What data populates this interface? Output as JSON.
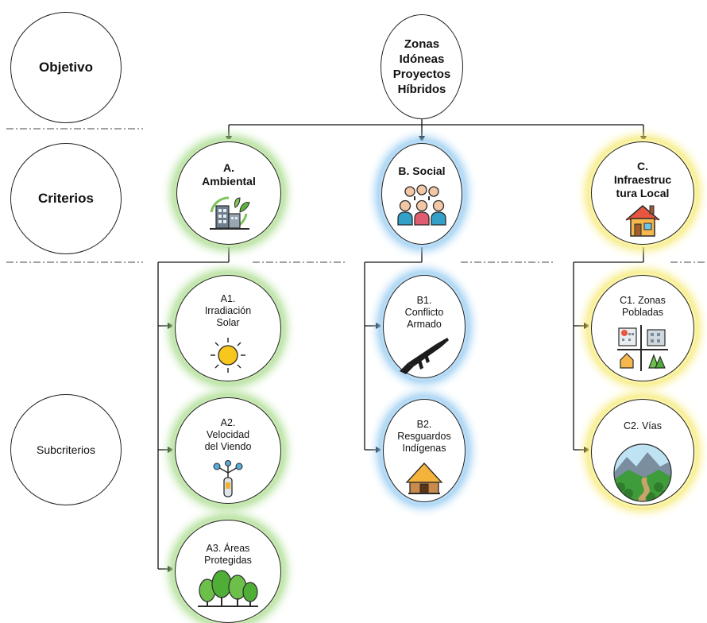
{
  "levels": {
    "objective": "Objetivo",
    "criteria": "Criterios",
    "subcriteria": "Subcriterios"
  },
  "goal": {
    "line1": "Zonas",
    "line2": "Idóneas",
    "line3": "Proyectos",
    "line4": "Híbridos"
  },
  "criteria": {
    "a": {
      "line1": "A.",
      "line2": "Ambiental",
      "icon": "sustainable-building-icon",
      "color": "#a8dc8c"
    },
    "b": {
      "line1": "B. Social",
      "icon": "people-group-icon",
      "color": "#8fc8f0"
    },
    "c": {
      "line1": "C.",
      "line2": "Infraestruc",
      "line3": "tura Local",
      "icon": "house-icon",
      "color": "#f5e86a"
    }
  },
  "subcriteria": {
    "a1": {
      "line1": "A1.",
      "line2": "Irradiación",
      "line3": "Solar",
      "icon": "sun-icon"
    },
    "a2": {
      "line1": "A2.",
      "line2": "Velocidad",
      "line3": "del Viendo",
      "icon": "anemometer-icon"
    },
    "a3": {
      "line1": "A3. Áreas",
      "line2": "Protegidas",
      "icon": "forest-icon"
    },
    "b1": {
      "line1": "B1.",
      "line2": "Conflicto",
      "line3": "Armado",
      "icon": "rifle-icon"
    },
    "b2": {
      "line1": "B2.",
      "line2": "Resguardos",
      "line3": "Indígenas",
      "icon": "hut-icon"
    },
    "c1": {
      "line1": "C1. Zonas",
      "line2": "Pobladas",
      "icon": "town-icon"
    },
    "c2": {
      "line1": "C2. Vías",
      "icon": "mountain-road-icon"
    }
  }
}
